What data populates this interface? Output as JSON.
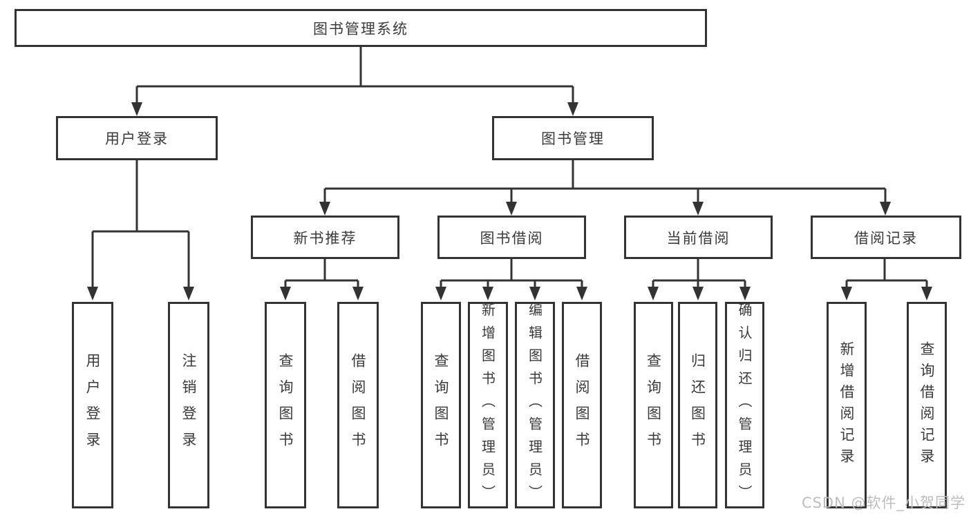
{
  "title": "图书管理系统",
  "watermark": "CSDN @软件_小贺同学",
  "colors": {
    "line": "#333333",
    "text": "#3a3a3a",
    "background": "#ffffff",
    "watermark": "#bdbdbd"
  },
  "diagram": {
    "type": "hierarchy-tree",
    "root": "图书管理系统",
    "level2": [
      "用户登录",
      "图书管理"
    ],
    "level3": [
      "新书推荐",
      "图书借阅",
      "当前借阅",
      "借阅记录"
    ],
    "leaves": {
      "user_login": [
        "用户登录",
        "注销登录"
      ],
      "new_book_recommend": [
        "查询图书",
        "借阅图书"
      ],
      "book_borrow": [
        "查询图书",
        "新增图书（管理员）",
        "编辑图书（管理员）",
        "借阅图书"
      ],
      "current_borrow": [
        "查询图书",
        "归还图书",
        "确认归还（管理员）"
      ],
      "borrow_records": [
        "新增借阅记录",
        "查询借阅记录"
      ]
    }
  }
}
